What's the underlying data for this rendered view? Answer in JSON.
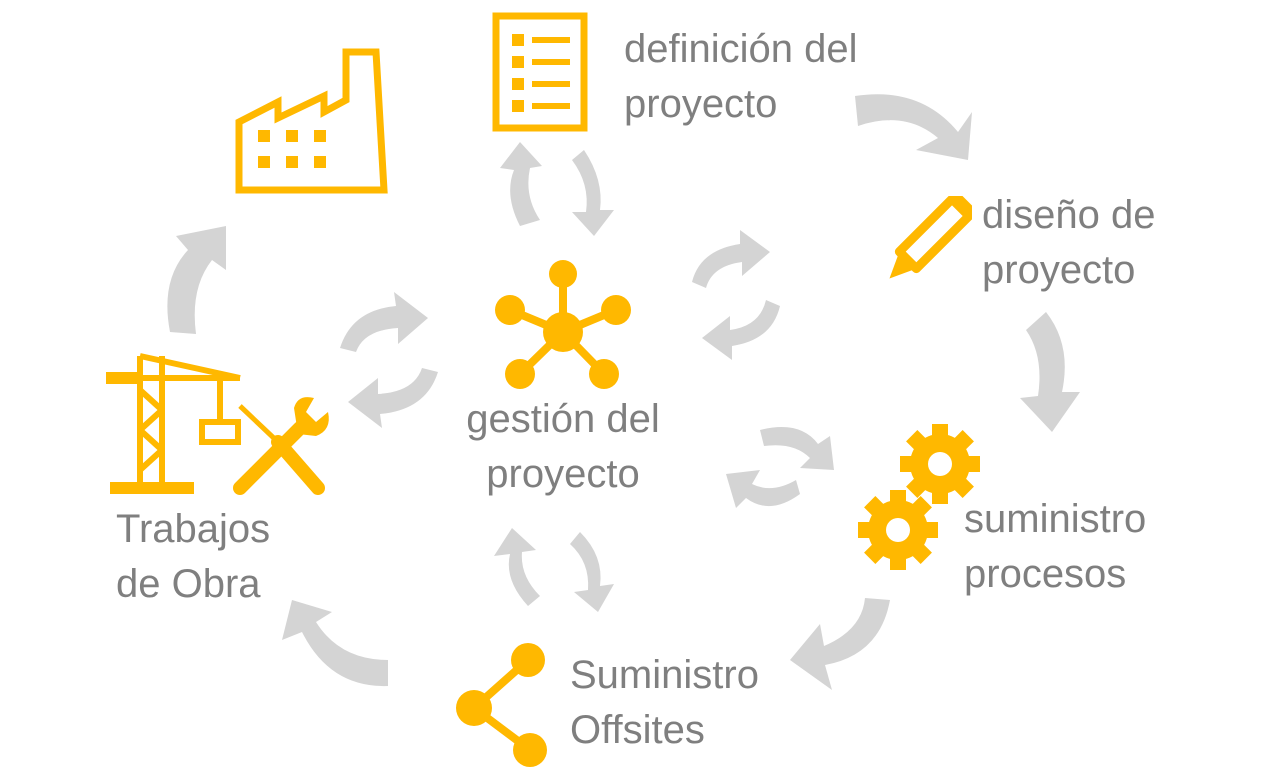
{
  "colors": {
    "accent": "#FFB800",
    "arrow": "#D4D4D4",
    "text": "#7F7F7F"
  },
  "nodes": [
    {
      "id": "definicion",
      "icon": "checklist-icon",
      "lines": [
        "definición del",
        "proyecto"
      ]
    },
    {
      "id": "diseno",
      "icon": "pencil-icon",
      "lines": [
        "diseño de",
        "proyecto"
      ]
    },
    {
      "id": "suministro-procesos",
      "icon": "gears-icon",
      "lines": [
        "suministro",
        "procesos"
      ]
    },
    {
      "id": "suministro-offsites",
      "icon": "share-icon",
      "lines": [
        "Suministro",
        "Offsites"
      ]
    },
    {
      "id": "trabajos",
      "icon": "crane-tools-icon",
      "lines": [
        "Trabajos",
        "de Obra"
      ]
    },
    {
      "id": "fabrica",
      "icon": "factory-icon",
      "lines": []
    },
    {
      "id": "gestion",
      "icon": "hub-icon",
      "lines": [
        "gestión del",
        "proyecto"
      ]
    }
  ]
}
